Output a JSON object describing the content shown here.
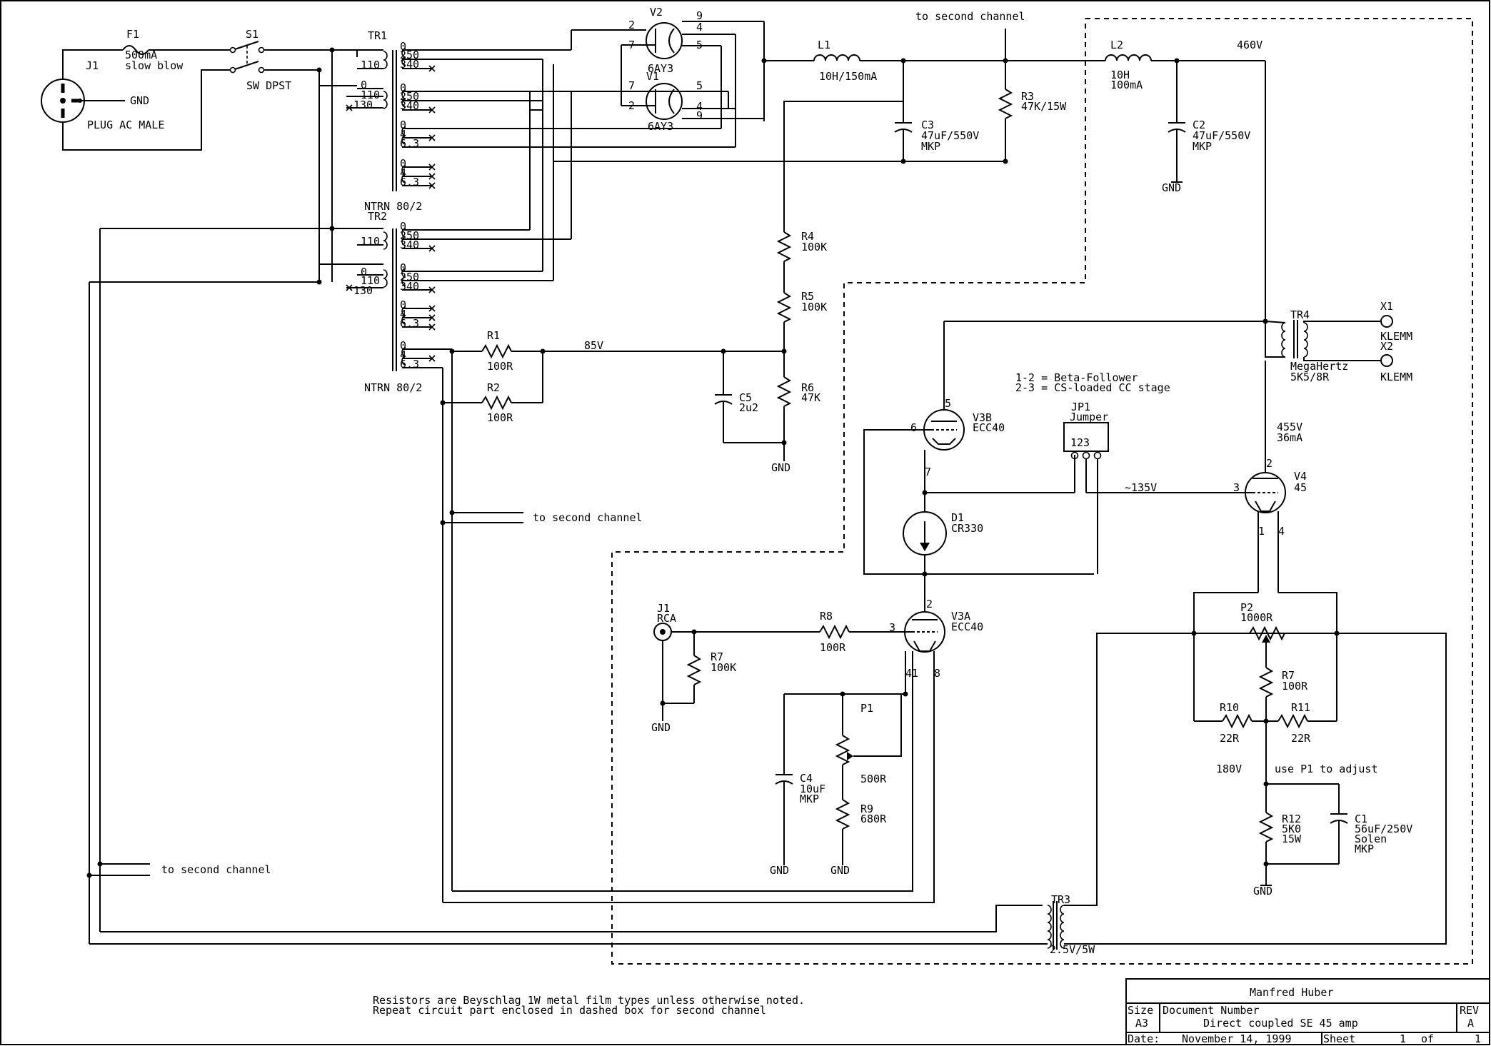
{
  "labels": {
    "j1": "J1",
    "f1": "F1",
    "f1_value": "500mA",
    "f1_type": "slow blow",
    "s1": "S1",
    "s1_type": "SW DPST",
    "gnd_plug": "GND",
    "plug": "PLUG AC MALE",
    "tr1": "TR1",
    "tr1_type": "NTRN 80/2",
    "tr2": "TR2",
    "tr2_type": "NTRN 80/2",
    "v2": "V2",
    "v2_type": "6AY3",
    "v1": "V1",
    "v1_type": "6AY3",
    "pin_v2_2": "2",
    "pin_v2_7": "7",
    "pin_v2_9": "9",
    "pin_v2_4": "4",
    "pin_v2_5": "5",
    "pin_v1_7": "7",
    "pin_v1_2": "2",
    "pin_v1_5": "5",
    "pin_v1_4": "4",
    "pin_v1_9": "9",
    "to_second_top": "to second channel",
    "l1": "L1",
    "l1_value": "10H/150mA",
    "l2": "L2",
    "l2_value": "10H",
    "l2_current": "100mA",
    "v460": "460V",
    "c3": "C3",
    "c3_value": "47uF/550V",
    "c3_type": "MKP",
    "r3": "R3",
    "r3_value": "47K/15W",
    "c2": "C2",
    "c2_value": "47uF/550V",
    "c2_type": "MKP",
    "gnd_c2": "GND",
    "r4": "R4",
    "r4_value": "100K",
    "r5": "R5",
    "r5_value": "100K",
    "r6": "R6",
    "r6_value": "47K",
    "c5": "C5",
    "c5_value": "2u2",
    "gnd_r6": "GND",
    "r1": "R1",
    "r1_value": "100R",
    "r2": "R2",
    "r2_value": "100R",
    "v85": "85V",
    "to_second_mid": "to second channel",
    "to_second_low": "to second channel",
    "tr4": "TR4",
    "tr4_type": "MegaHertz",
    "tr4_ratio": "5K5/8R",
    "x1": "X1",
    "x1_type": "KLEMM",
    "x2": "X2",
    "x2_type": "KLEMM",
    "note_jp1_a": "1-2 = Beta-Follower",
    "note_jp1_b": "2-3 = CS-loaded CC stage",
    "jp1": "JP1",
    "jp1_type": "Jumper",
    "jp1_pins": "123",
    "v3b": "V3B",
    "v3b_type": "ECC40",
    "pin_v3b_5": "5",
    "pin_v3b_6": "6",
    "pin_v3b_7": "7",
    "v455": "455V",
    "i36": "36mA",
    "v135": "~135V",
    "v4": "V4",
    "v4_type": "45",
    "pin_v4_2": "2",
    "pin_v4_3": "3",
    "pin_v4_1": "1",
    "pin_v4_4": "4",
    "d1": "D1",
    "d1_type": "CR330",
    "j1b": "J1",
    "j1b_type": "RCA",
    "r8": "R8",
    "r8_value": "100R",
    "v3a": "V3A",
    "v3a_type": "ECC40",
    "pin_v3a_2": "2",
    "pin_v3a_3": "3",
    "pin_v3a_41": "41",
    "pin_v3a_8": "8",
    "r7a": "R7",
    "r7a_value": "100K",
    "gnd_r7": "GND",
    "p1": "P1",
    "p1_value": "500R",
    "c4": "C4",
    "c4_value": "10uF",
    "c4_type": "MKP",
    "gnd_c4": "GND",
    "r9": "R9",
    "r9_value": "680R",
    "gnd_r9": "GND",
    "p2": "P2",
    "p2_value": "1000R",
    "r7b": "R7",
    "r7b_value": "100R",
    "r10": "R10",
    "r10_value": "22R",
    "r11": "R11",
    "r11_value": "22R",
    "v180": "180V",
    "adjust": "use P1 to adjust",
    "r12": "R12",
    "r12_value": "5K0",
    "r12_power": "15W",
    "c1": "C1",
    "c1_value": "56uF/250V",
    "c1_type": "Solen",
    "c1_type2": "MKP",
    "gnd_c1": "GND",
    "tr3": "TR3",
    "tr3_value": "2.5V/5W",
    "tap_0": "0",
    "tap_110": "110",
    "tap_130": "130",
    "tap_250": "250",
    "tap_340": "340",
    "tap_4": "4",
    "tap_63": "6.3"
  },
  "notes": [
    "Resistors are Beyschlag 1W metal film types unless otherwise noted.",
    "Repeat circuit part enclosed in dashed box for second channel"
  ],
  "title_block": {
    "author": "Manfred Huber",
    "size_label": "Size",
    "size_value": "A3",
    "docnum_label": "Document Number",
    "title": "Direct coupled SE 45 amp",
    "rev_label": "REV",
    "rev_value": "A",
    "date_label": "Date:",
    "date_value": "November 14, 1999",
    "sheet_label": "Sheet",
    "sheet_value": "1",
    "sheet_of": "of",
    "sheet_total": "1"
  }
}
